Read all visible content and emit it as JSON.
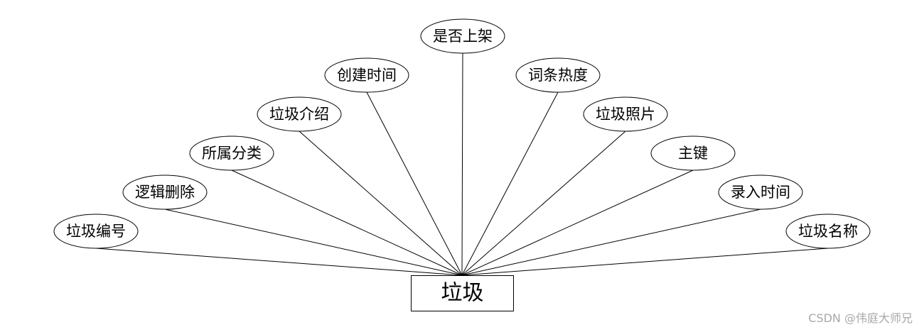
{
  "entity": {
    "label": "垃圾"
  },
  "attributes": [
    {
      "label": "垃圾编号"
    },
    {
      "label": "逻辑删除"
    },
    {
      "label": "所属分类"
    },
    {
      "label": "垃圾介绍"
    },
    {
      "label": "创建时间"
    },
    {
      "label": "是否上架"
    },
    {
      "label": "词条热度"
    },
    {
      "label": "垃圾照片"
    },
    {
      "label": "主键"
    },
    {
      "label": "录入时间"
    },
    {
      "label": "垃圾名称"
    }
  ],
  "watermark": "CSDN @伟庭大师兄"
}
